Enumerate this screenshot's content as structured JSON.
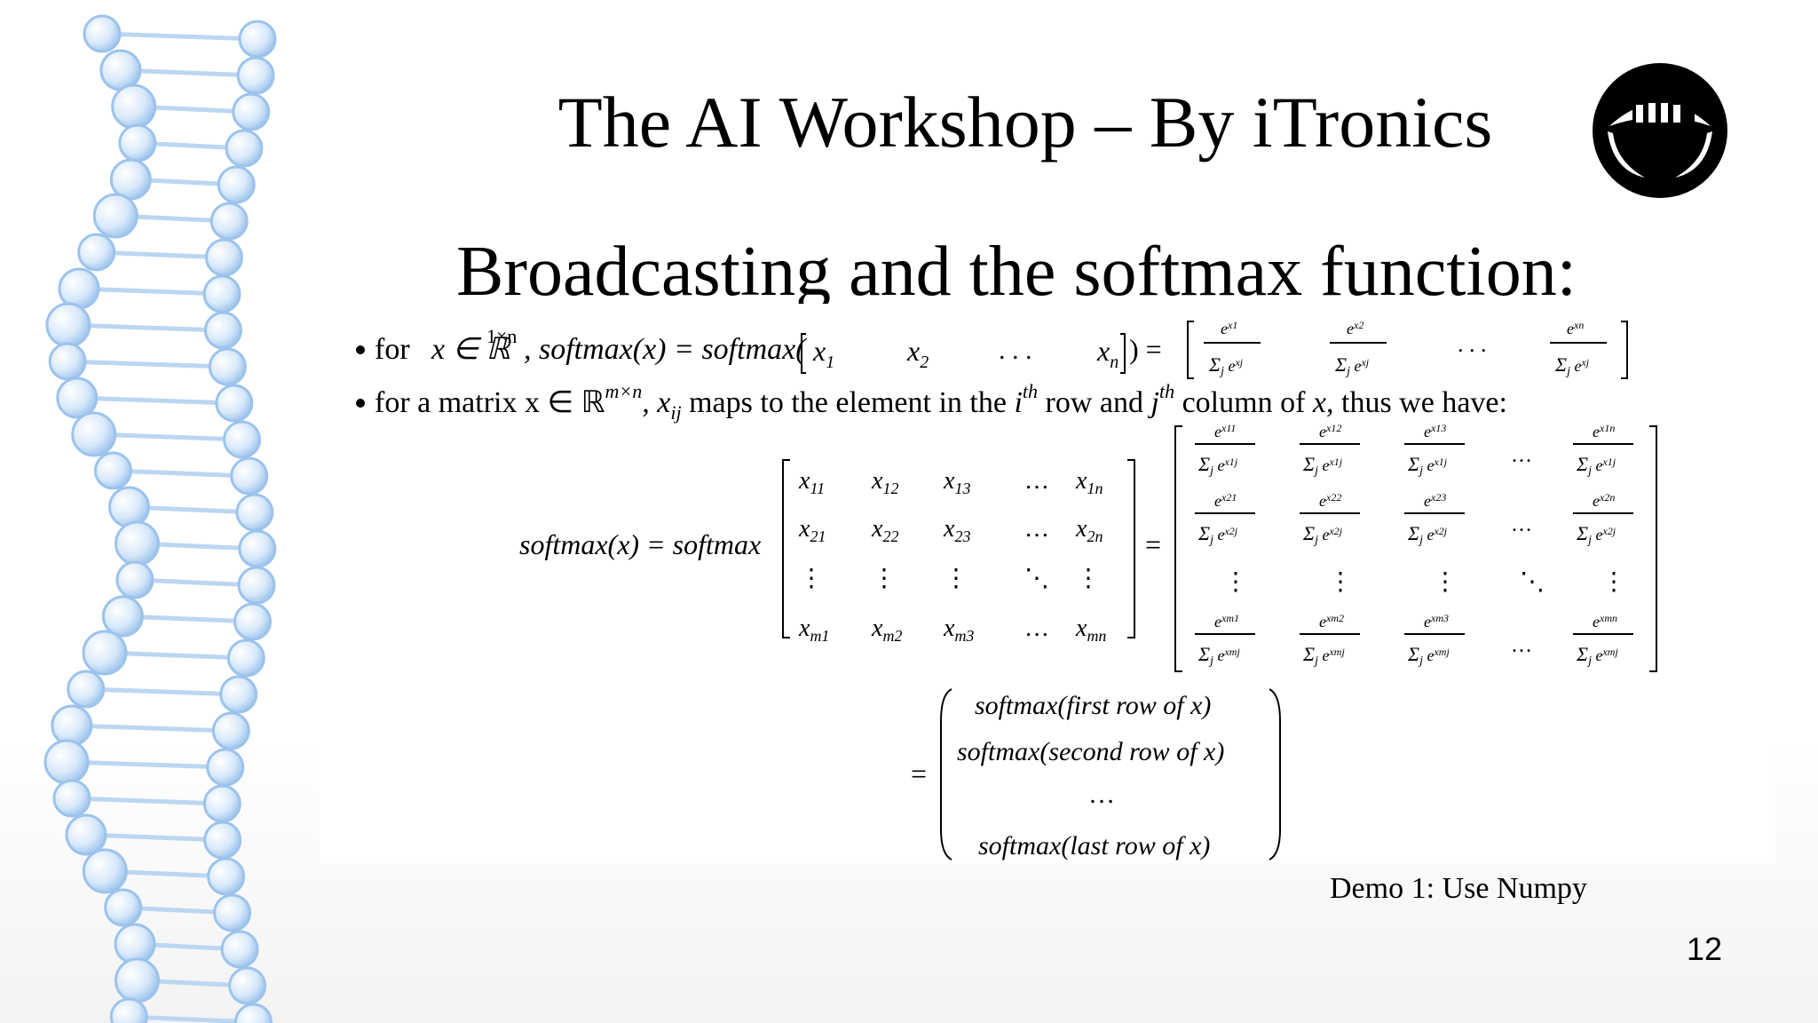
{
  "slide": {
    "title": "The AI Workshop – By iTronics",
    "subtitle": "Broadcasting and the softmax function:",
    "demo_label": "Demo 1: Use Numpy",
    "page_number": "12"
  },
  "formula": {
    "bullet1_prefix": "for",
    "bullet1_def": "x ∈ ℝ",
    "bullet1_sup": "1×n",
    "bullet1_eq": ", softmax(x) = softmax(",
    "bullet2_text": "for a matrix x ∈ ℝ",
    "bullet2_sup": "m×n",
    "bullet2_rest": ", x",
    "bullet2_sub": "ij",
    "bullet2_maps": " maps to the element in the ",
    "bullet2_i": "i",
    "bullet2_th": "th",
    "bullet2_row": " row and ",
    "bullet2_j": "j",
    "bullet2_col": " column of ",
    "bullet2_x": "x",
    "bullet2_end": ", thus we have:",
    "lhs": "softmax(x) = softmax",
    "equals": "=",
    "row_labels": [
      "softmax(first row of x)",
      "softmax(second row of x)",
      "…",
      "softmax(last row of x)"
    ]
  },
  "colors": {
    "dna_sphere": "#cfe3f7",
    "dna_outline": "#8fb8e6",
    "logo": "#000000"
  }
}
